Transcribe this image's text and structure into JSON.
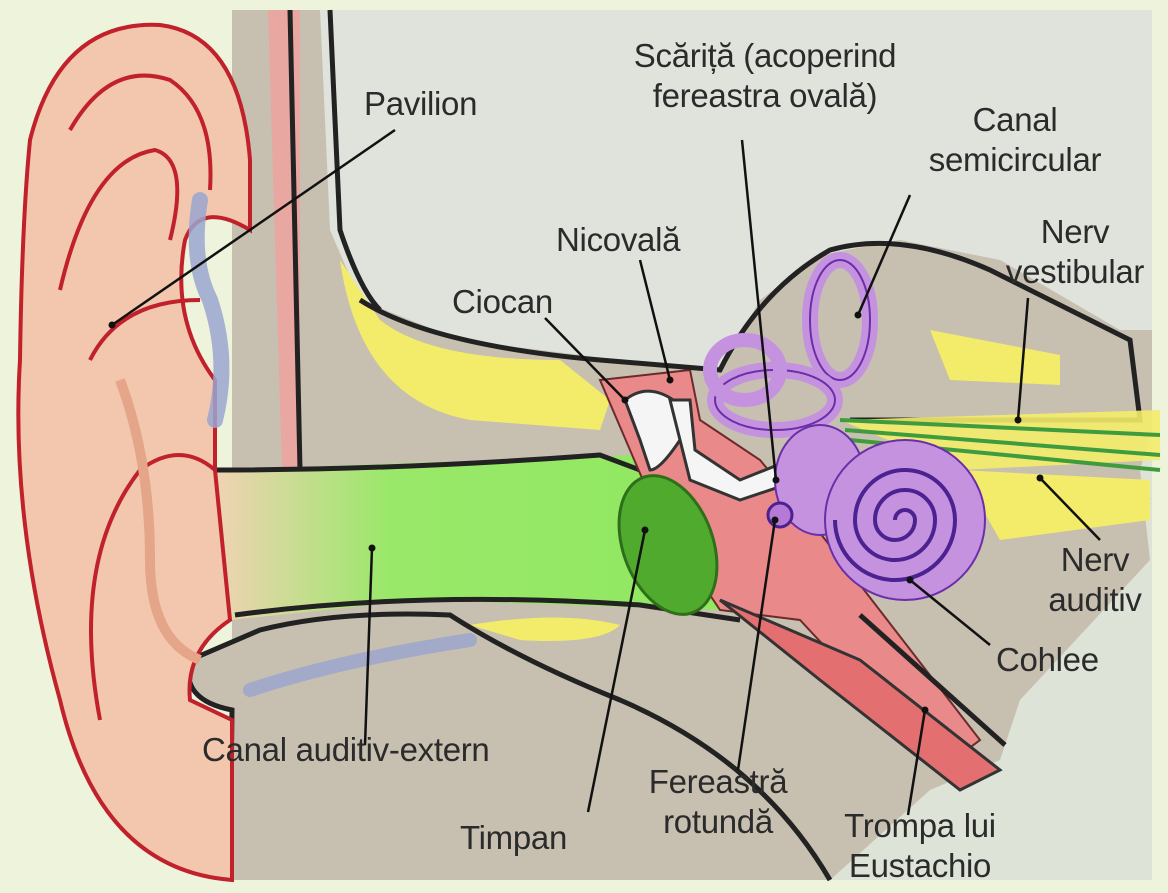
{
  "labels": {
    "pavilion": "Pavilion",
    "scarita_line1": "Scăriță (acoperind",
    "scarita_line2": "fereastra ovală)",
    "canal_sc_line1": "Canal",
    "canal_sc_line2": "semicircular",
    "nicovala": "Nicovală",
    "ciocan": "Ciocan",
    "nerv_vest_line1": "Nerv",
    "nerv_vest_line2": "vestibular",
    "nerv_aud_line1": "Nerv",
    "nerv_aud_line2": "auditiv",
    "cohlee": "Cohlee",
    "canal_auditiv": "Canal auditiv-extern",
    "fereastra_line1": "Fereastră",
    "fereastra_line2": "rotundă",
    "timpan": "Timpan",
    "trompa_line1": "Trompa lui",
    "trompa_line2": "Eustachio"
  },
  "colors": {
    "background": "#eef3dc",
    "outer_ear": "#f2c7ae",
    "bone": "#c9c0b2",
    "canal_green": "#8fe860",
    "eardrum": "#4faa2e",
    "cochlea": "#c592e0",
    "cochlea_line": "#6a2fa8",
    "middle_ear_red": "#e9898a",
    "nerve_yellow": "#f3ec6a"
  }
}
